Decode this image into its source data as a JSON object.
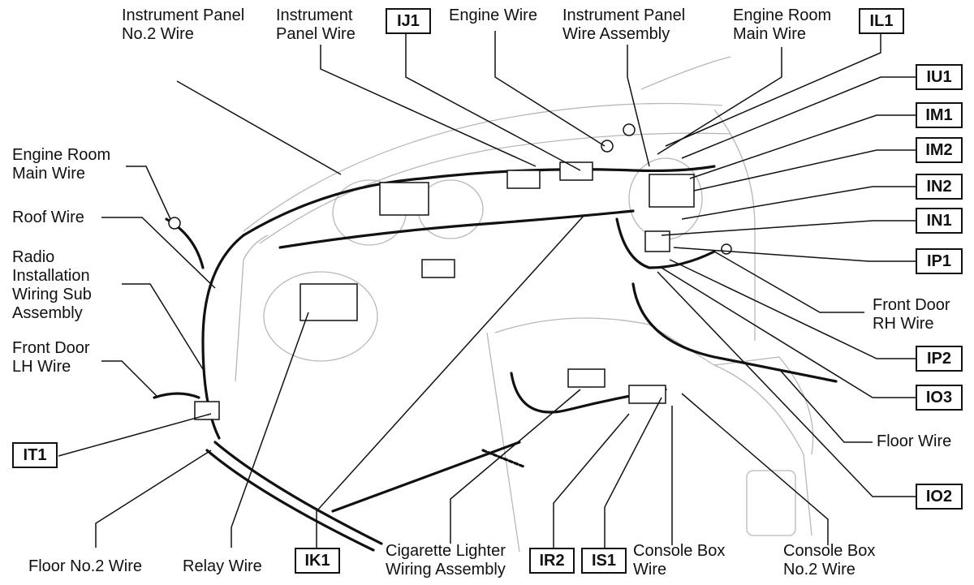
{
  "labels": {
    "instrument_panel_no2_wire": "Instrument Panel\nNo.2 Wire",
    "instrument_panel_wire": "Instrument\nPanel Wire",
    "engine_wire": "Engine Wire",
    "instrument_panel_wire_assembly": "Instrument Panel\nWire Assembly",
    "engine_room_main_wire_top": "Engine Room\nMain Wire",
    "engine_room_main_wire_left": "Engine Room\nMain Wire",
    "roof_wire": "Roof Wire",
    "radio_installation_wiring_sub_assembly": "Radio\nInstallation\nWiring Sub\nAssembly",
    "front_door_lh_wire": "Front Door\nLH Wire",
    "front_door_rh_wire": "Front Door\nRH Wire",
    "floor_wire": "Floor Wire",
    "floor_no2_wire": "Floor No.2 Wire",
    "relay_wire": "Relay Wire",
    "cigarette_lighter_wiring_assembly": "Cigarette Lighter\nWiring Assembly",
    "console_box_wire": "Console Box\nWire",
    "console_box_no2_wire": "Console Box\nNo.2 Wire"
  },
  "connectors": {
    "ij1": "IJ1",
    "il1": "IL1",
    "iu1": "IU1",
    "im1": "IM1",
    "im2": "IM2",
    "in2": "IN2",
    "in1": "IN1",
    "ip1": "IP1",
    "ip2": "IP2",
    "io3": "IO3",
    "io2": "IO2",
    "it1": "IT1",
    "ik1": "IK1",
    "ir2": "IR2",
    "is1": "IS1"
  }
}
